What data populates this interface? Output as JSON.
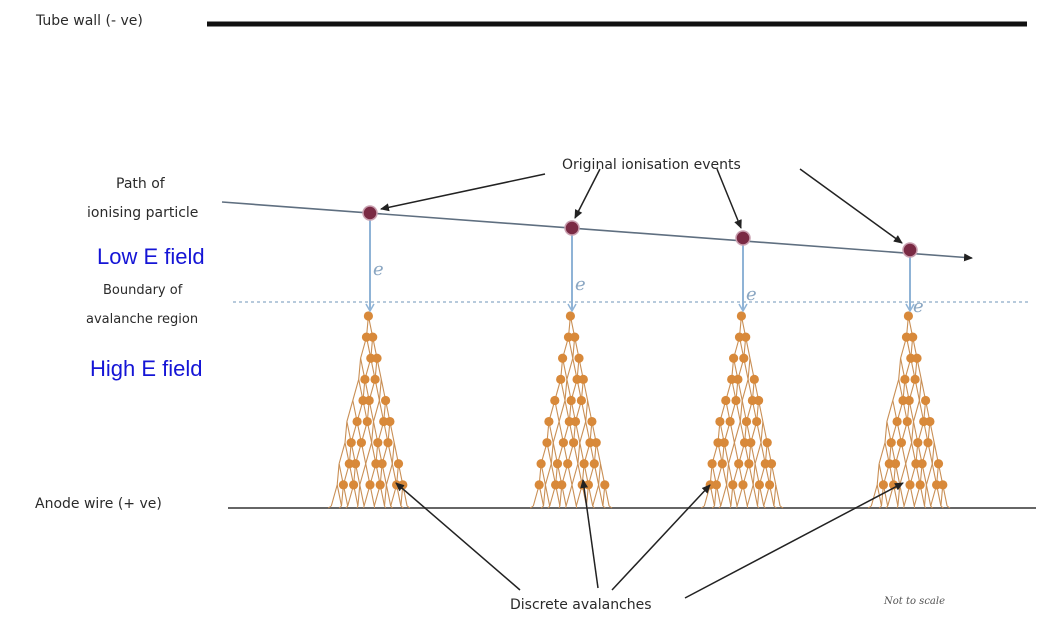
{
  "labels": {
    "tube_wall": "Tube wall (- ve)",
    "path_line1": "Path of",
    "path_line2": "ionising particle",
    "low_field": "Low E field",
    "boundary_line1": "Boundary of",
    "boundary_line2": "avalanche region",
    "high_field": "High E field",
    "anode": "Anode wire  (+ ve)",
    "original_events": "Original ionisation events",
    "discrete_avalanches": "Discrete avalanches",
    "not_to_scale": "Not to scale",
    "electron_symbol": "e"
  },
  "colors": {
    "ion_event": "#7a2a44",
    "avalanche_dot": "#d8893a",
    "avalanche_line": "#c98f55",
    "field_label": "#1515d6",
    "electron_line": "#8fb3d6",
    "boundary": "#9fb8d0"
  }
}
